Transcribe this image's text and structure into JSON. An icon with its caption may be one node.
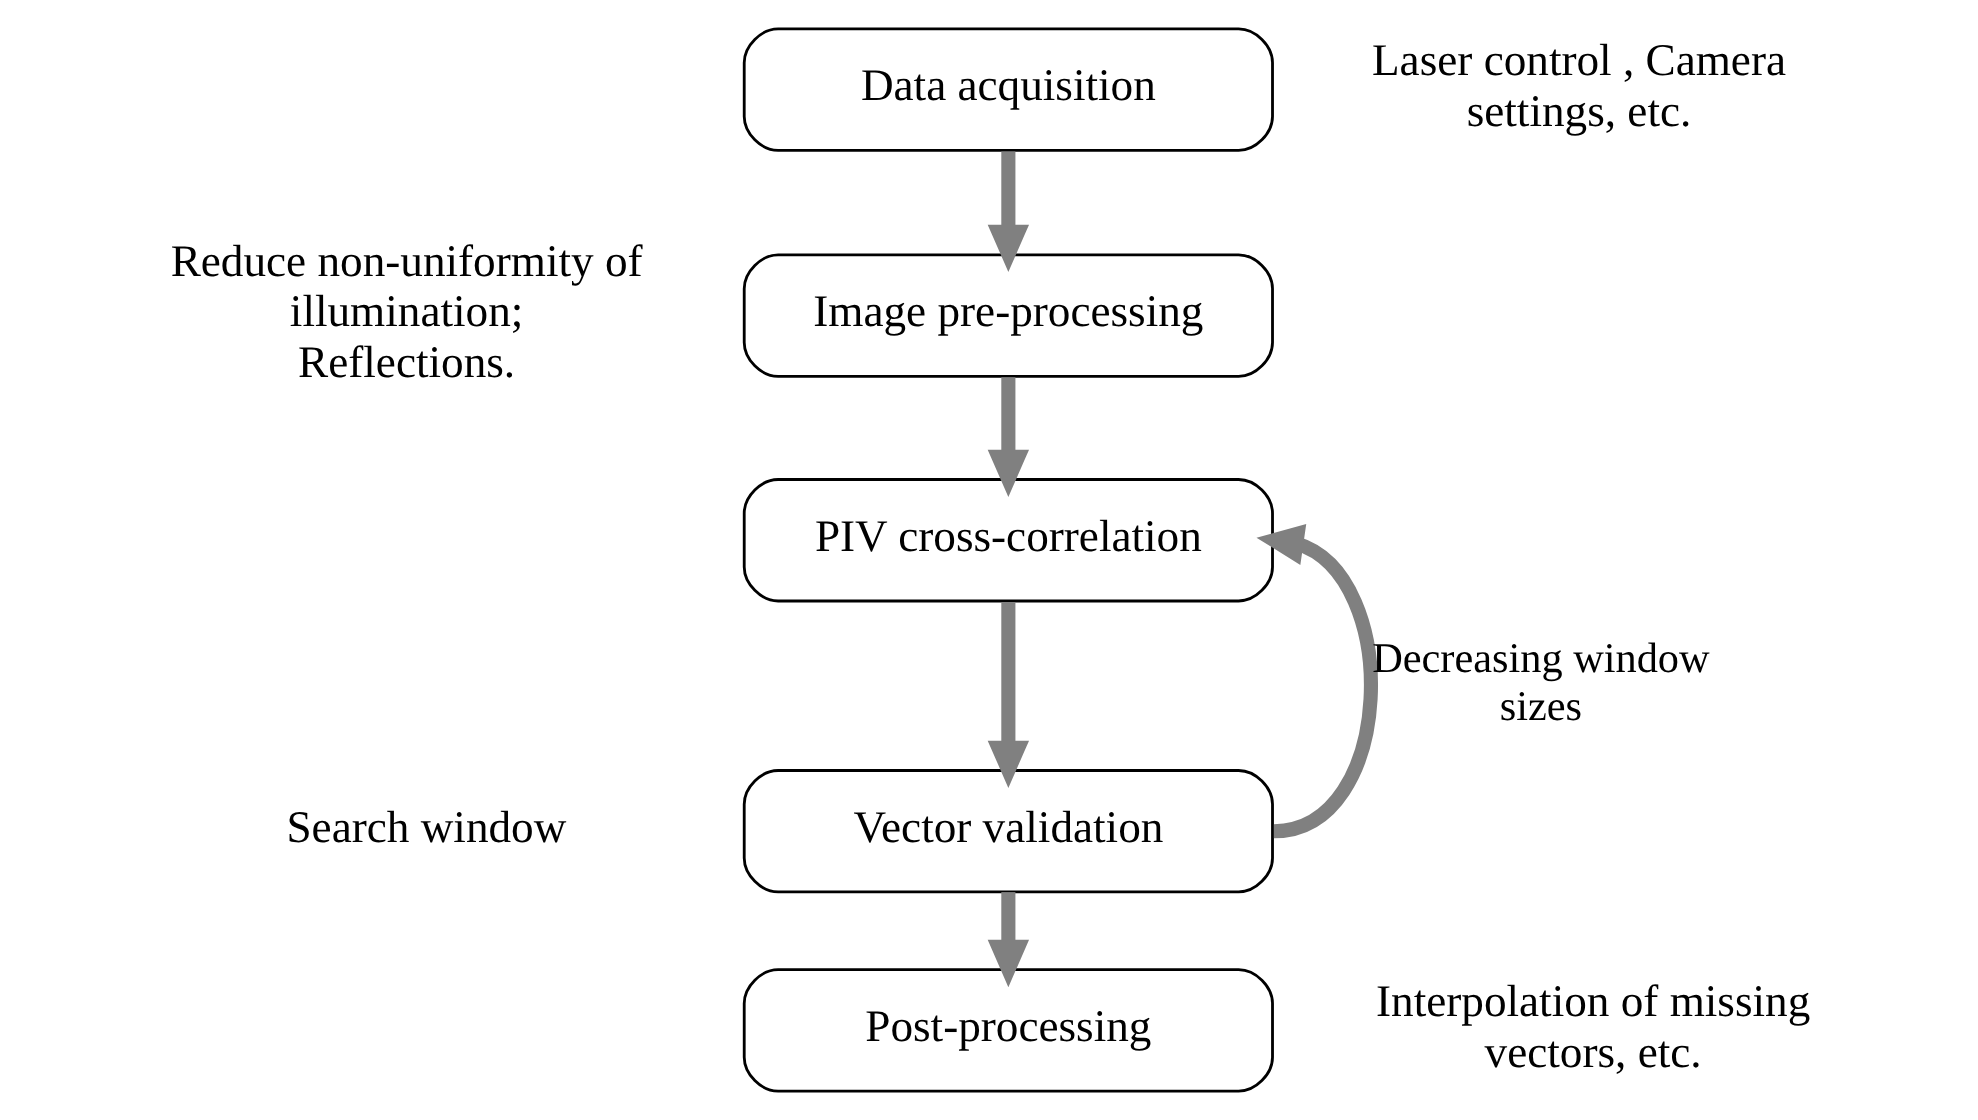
{
  "diagram": {
    "nodes": [
      {
        "text": [
          "Data acquisition"
        ],
        "beside": [
          "Laser control , Camera settings, etc."
        ]
      },
      {
        "text": [
          "Image pre-processing"
        ],
        "beside": [
          "Reduce non-uniformity of illumination; Reflections."
        ]
      },
      {
        "text": [
          "PIV cross-correlation"
        ]
      },
      {
        "text": [
          "Vector validation"
        ]
      },
      {
        "text": [
          "Post-processing"
        ],
        "beside": [
          "Interpolation of missing vectors, etc."
        ]
      }
    ],
    "edges": [
      {
        "from": 0,
        "to": 1,
        "arrow": "to"
      },
      {
        "from": 1,
        "to": 2,
        "arrow": "to"
      },
      {
        "from": 2,
        "to": 3,
        "arrow": "to"
      },
      {
        "from": 3,
        "to": 4,
        "arrow": "to"
      },
      {
        "from": 3,
        "to": 2,
        "arrow": "to",
        "label": "Decreasing window sizes"
      }
    ],
    "labels": [
      "Search window"
    ]
  }
}
